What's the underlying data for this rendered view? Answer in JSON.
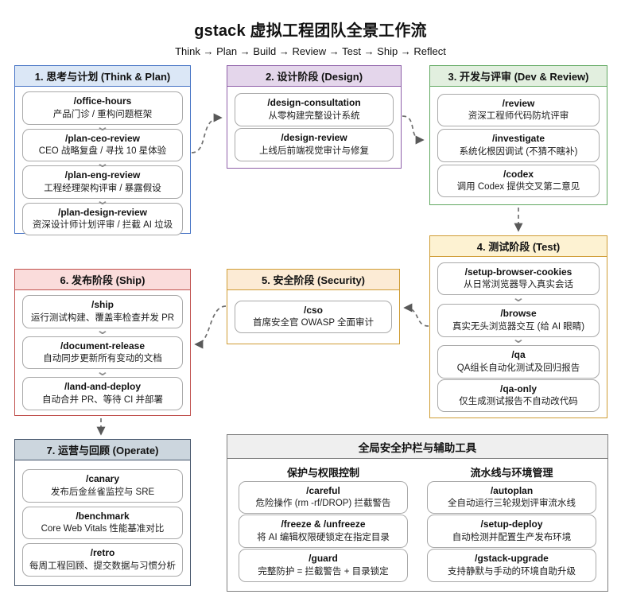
{
  "title": "gstack 虚拟工程团队全景工作流",
  "subtitle": "Think → Plan → Build → Review → Test → Ship → Reflect",
  "accent_colors": {
    "think_plan": "#4472c4",
    "design": "#8e5fa8",
    "dev_review": "#61a861",
    "test": "#cf9c34",
    "security": "#cf9c34",
    "ship": "#c0504d",
    "operate": "#44546a",
    "guardrails": "#7f7f7f"
  },
  "stages": [
    {
      "label": "1. 思考与计划 (Think & Plan)",
      "items": [
        {
          "cmd": "/office-hours",
          "desc": "产品门诊 / 重构问题框架"
        },
        {
          "cmd": "/plan-ceo-review",
          "desc": "CEO 战略复盘 / 寻找 10 星体验"
        },
        {
          "cmd": "/plan-eng-review",
          "desc": "工程经理架构评审 / 暴露假设"
        },
        {
          "cmd": "/plan-design-review",
          "desc": "资深设计师计划评审 / 拦截 AI 垃圾"
        }
      ]
    },
    {
      "label": "2. 设计阶段 (Design)",
      "items": [
        {
          "cmd": "/design-consultation",
          "desc": "从零构建完整设计系统"
        },
        {
          "cmd": "/design-review",
          "desc": "上线后前端视觉审计与修复"
        }
      ]
    },
    {
      "label": "3. 开发与评审 (Dev & Review)",
      "items": [
        {
          "cmd": "/review",
          "desc": "资深工程师代码防坑评审"
        },
        {
          "cmd": "/investigate",
          "desc": "系统化根因调试 (不猜不瞎补)"
        },
        {
          "cmd": "/codex",
          "desc": "调用 Codex 提供交叉第二意见"
        }
      ]
    },
    {
      "label": "4. 测试阶段 (Test)",
      "items": [
        {
          "cmd": "/setup-browser-cookies",
          "desc": "从日常浏览器导入真实会话"
        },
        {
          "cmd": "/browse",
          "desc": "真实无头浏览器交互 (给 AI 眼睛)"
        },
        {
          "cmd": "/qa",
          "desc": "QA组长自动化测试及回归报告"
        },
        {
          "cmd": "/qa-only",
          "desc": "仅生成测试报告不自动改代码"
        }
      ]
    },
    {
      "label": "5. 安全阶段 (Security)",
      "items": [
        {
          "cmd": "/cso",
          "desc": "首席安全官 OWASP 全面审计"
        }
      ]
    },
    {
      "label": "6. 发布阶段 (Ship)",
      "items": [
        {
          "cmd": "/ship",
          "desc": "运行测试构建、覆盖率检查并发 PR"
        },
        {
          "cmd": "/document-release",
          "desc": "自动同步更新所有变动的文档"
        },
        {
          "cmd": "/land-and-deploy",
          "desc": "自动合并 PR、等待 CI 并部署"
        }
      ]
    },
    {
      "label": "7. 运营与回顾 (Operate)",
      "items": [
        {
          "cmd": "/canary",
          "desc": "发布后金丝雀监控与 SRE"
        },
        {
          "cmd": "/benchmark",
          "desc": "Core Web Vitals 性能基准对比"
        },
        {
          "cmd": "/retro",
          "desc": "每周工程回顾、提交数据与习惯分析"
        }
      ]
    }
  ],
  "guardrails": {
    "title": "全局安全护栏与辅助工具",
    "columns": [
      {
        "heading": "保护与权限控制",
        "items": [
          {
            "cmd": "/careful",
            "desc": "危险操作 (rm -rf/DROP) 拦截警告"
          },
          {
            "cmd": "/freeze & /unfreeze",
            "desc": "将 AI 编辑权限硬锁定在指定目录"
          },
          {
            "cmd": "/guard",
            "desc": "完整防护 = 拦截警告 + 目录锁定"
          }
        ]
      },
      {
        "heading": "流水线与环境管理",
        "items": [
          {
            "cmd": "/autoplan",
            "desc": "全自动运行三轮规划评审流水线"
          },
          {
            "cmd": "/setup-deploy",
            "desc": "自动检测并配置生产发布环境"
          },
          {
            "cmd": "/gstack-upgrade",
            "desc": "支持静默与手动的环境自助升级"
          }
        ]
      }
    ]
  }
}
